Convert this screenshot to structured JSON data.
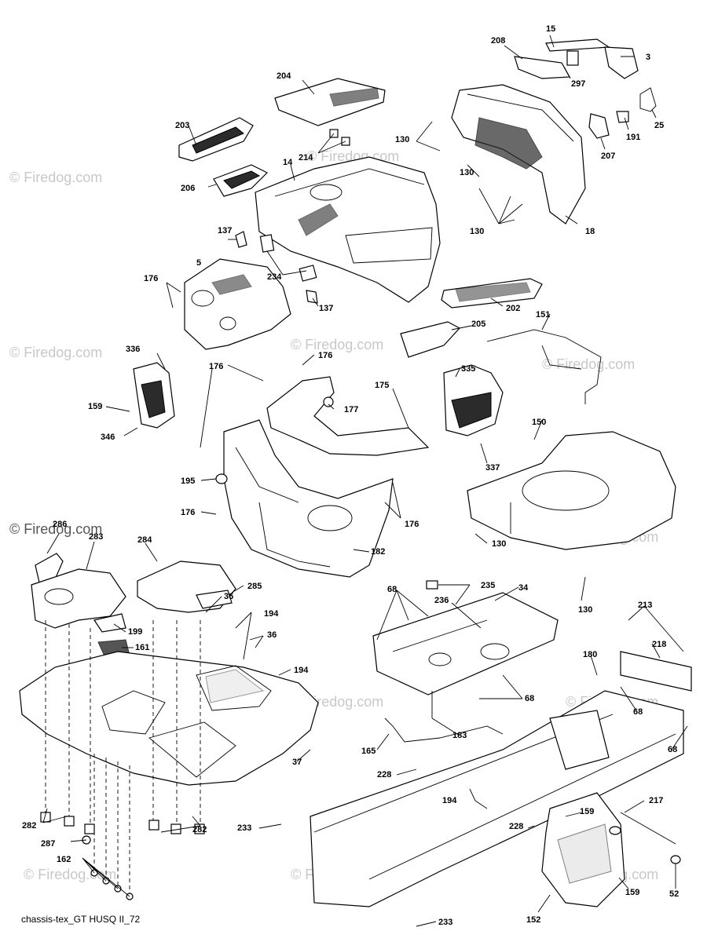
{
  "caption": "chassis-tex_GT HUSQ II_72",
  "watermark": "© Firedog.com",
  "colors": {
    "line": "#000000",
    "watermark": "#c8c8c8",
    "shade": "#2b2b2b"
  },
  "callouts": [
    {
      "id": "c15",
      "text": "15"
    },
    {
      "id": "c208",
      "text": "208"
    },
    {
      "id": "c3",
      "text": "3"
    },
    {
      "id": "c297",
      "text": "297"
    },
    {
      "id": "c204",
      "text": "204"
    },
    {
      "id": "c25",
      "text": "25"
    },
    {
      "id": "c191",
      "text": "191"
    },
    {
      "id": "c207",
      "text": "207"
    },
    {
      "id": "c203",
      "text": "203"
    },
    {
      "id": "c130a",
      "text": "130"
    },
    {
      "id": "c130b",
      "text": "130"
    },
    {
      "id": "c130c",
      "text": "130"
    },
    {
      "id": "c214",
      "text": "214"
    },
    {
      "id": "c14",
      "text": "14"
    },
    {
      "id": "c206",
      "text": "206"
    },
    {
      "id": "c18",
      "text": "18"
    },
    {
      "id": "c137a",
      "text": "137"
    },
    {
      "id": "c5",
      "text": "5"
    },
    {
      "id": "c234",
      "text": "234"
    },
    {
      "id": "c176a",
      "text": "176"
    },
    {
      "id": "c137b",
      "text": "137"
    },
    {
      "id": "c202",
      "text": "202"
    },
    {
      "id": "c205",
      "text": "205"
    },
    {
      "id": "c151",
      "text": "151"
    },
    {
      "id": "c336",
      "text": "336"
    },
    {
      "id": "c176b",
      "text": "176"
    },
    {
      "id": "c176c",
      "text": "176"
    },
    {
      "id": "c175",
      "text": "175"
    },
    {
      "id": "c335",
      "text": "335"
    },
    {
      "id": "c159a",
      "text": "159"
    },
    {
      "id": "c177",
      "text": "177"
    },
    {
      "id": "c346",
      "text": "346"
    },
    {
      "id": "c150",
      "text": "150"
    },
    {
      "id": "c337",
      "text": "337"
    },
    {
      "id": "c195",
      "text": "195"
    },
    {
      "id": "c176d",
      "text": "176"
    },
    {
      "id": "c176e",
      "text": "176"
    },
    {
      "id": "c130d",
      "text": "130"
    },
    {
      "id": "c286",
      "text": "286"
    },
    {
      "id": "c283",
      "text": "283"
    },
    {
      "id": "c284",
      "text": "284"
    },
    {
      "id": "c182",
      "text": "182"
    },
    {
      "id": "c68a",
      "text": "68"
    },
    {
      "id": "c235",
      "text": "235"
    },
    {
      "id": "c236",
      "text": "236"
    },
    {
      "id": "c34",
      "text": "34"
    },
    {
      "id": "c130e",
      "text": "130"
    },
    {
      "id": "c285",
      "text": "285"
    },
    {
      "id": "c36a",
      "text": "36"
    },
    {
      "id": "c194a",
      "text": "194"
    },
    {
      "id": "c36b",
      "text": "36"
    },
    {
      "id": "c213",
      "text": "213"
    },
    {
      "id": "c199",
      "text": "199"
    },
    {
      "id": "c161",
      "text": "161"
    },
    {
      "id": "c218",
      "text": "218"
    },
    {
      "id": "c180",
      "text": "180"
    },
    {
      "id": "c194b",
      "text": "194"
    },
    {
      "id": "c68b",
      "text": "68"
    },
    {
      "id": "c68c",
      "text": "68"
    },
    {
      "id": "c183",
      "text": "183"
    },
    {
      "id": "c165",
      "text": "165"
    },
    {
      "id": "c68d",
      "text": "68"
    },
    {
      "id": "c37",
      "text": "37"
    },
    {
      "id": "c228a",
      "text": "228"
    },
    {
      "id": "c194c",
      "text": "194"
    },
    {
      "id": "c217",
      "text": "217"
    },
    {
      "id": "c282a",
      "text": "282"
    },
    {
      "id": "c159b",
      "text": "159"
    },
    {
      "id": "c287",
      "text": "287"
    },
    {
      "id": "c233a",
      "text": "233"
    },
    {
      "id": "c228b",
      "text": "228"
    },
    {
      "id": "c282b",
      "text": "282"
    },
    {
      "id": "c162",
      "text": "162"
    },
    {
      "id": "c159c",
      "text": "159"
    },
    {
      "id": "c52",
      "text": "52"
    },
    {
      "id": "c152",
      "text": "152"
    },
    {
      "id": "c233b",
      "text": "233"
    }
  ]
}
